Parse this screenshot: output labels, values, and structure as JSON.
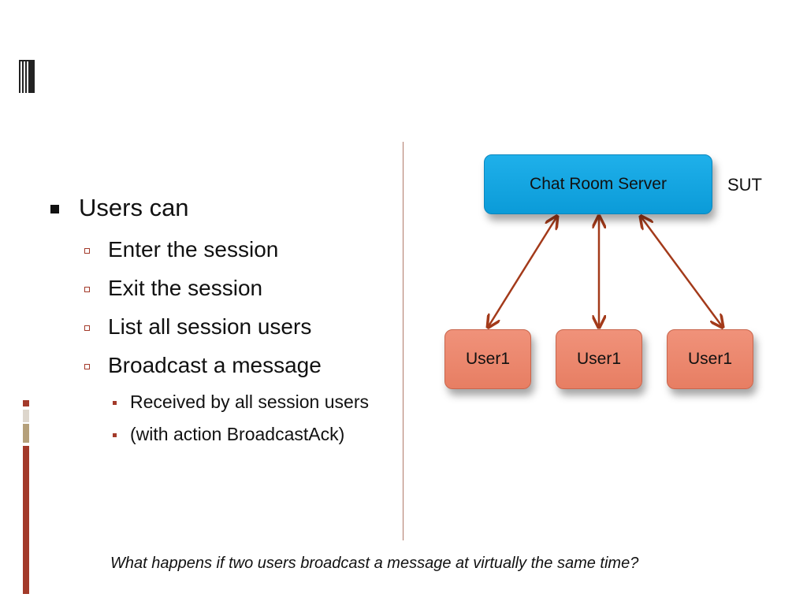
{
  "bullets": {
    "main": "Users can",
    "items": [
      "Enter the session",
      "Exit the session",
      "List all session users",
      "Broadcast a message"
    ],
    "subitems": [
      "Received by all session users",
      "(with action BroadcastAck)"
    ]
  },
  "diagram": {
    "server_label": "Chat Room Server",
    "sut_label": "SUT",
    "users": [
      "User1",
      "User1",
      "User1"
    ]
  },
  "question": "What happens if two users broadcast a message at virtually the same time?",
  "colors": {
    "server_fill": "#1fb0ea",
    "user_fill": "#ee8a70",
    "arrow": "#a33a1a",
    "accent": "#a33a2a"
  }
}
